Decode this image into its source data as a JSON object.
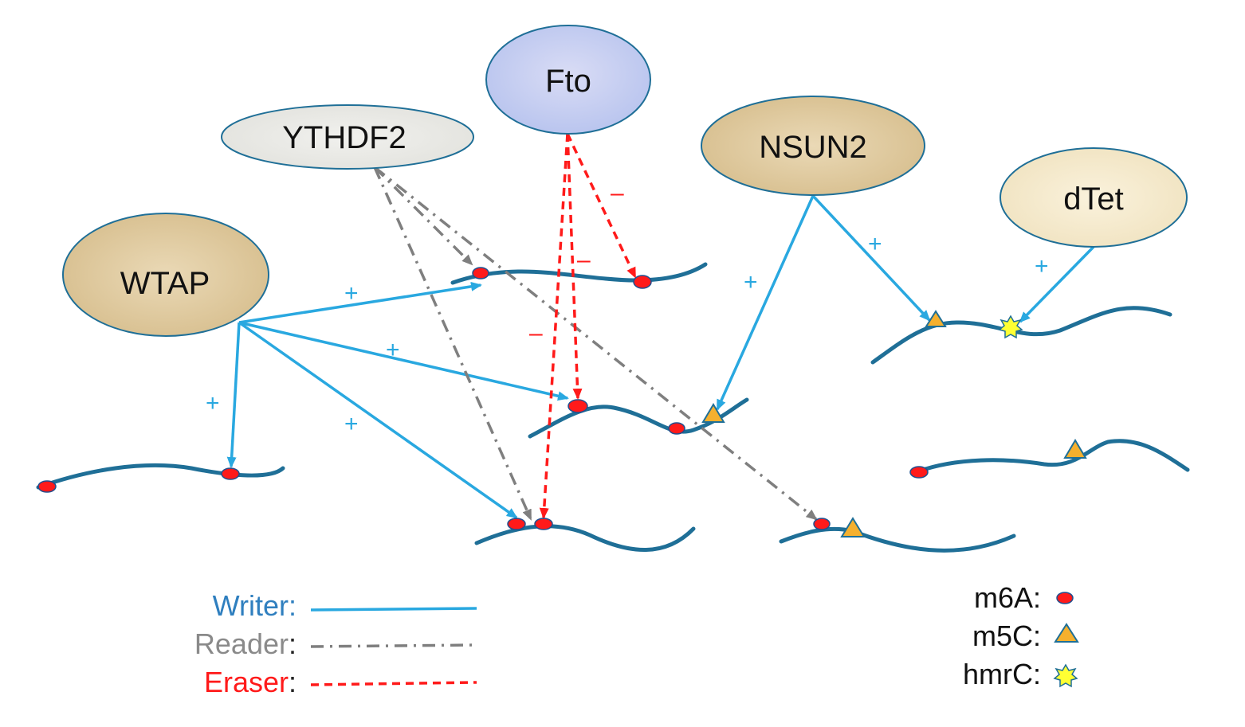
{
  "nodes": {
    "fto": "Fto",
    "ythdf2": "YTHDF2",
    "nsun2": "NSUN2",
    "dtet": "dTet",
    "wtap": "WTAP"
  },
  "signs": {
    "plus": "+",
    "minus": "–"
  },
  "legend": {
    "writer": "Writer",
    "reader": "Reader",
    "eraser": "Eraser",
    "colon": ":",
    "m6a": "m6A:",
    "m5c": "m5C:",
    "hmrc": "hmrC:"
  },
  "colors": {
    "writer": "#29a8e0",
    "reader": "#7f7f7f",
    "eraser": "#ff1a1a",
    "strand": "#1f6f97",
    "m6a": "#ff1a1a",
    "m5c": "#f5b02e",
    "hmrc": "#ffff33"
  }
}
